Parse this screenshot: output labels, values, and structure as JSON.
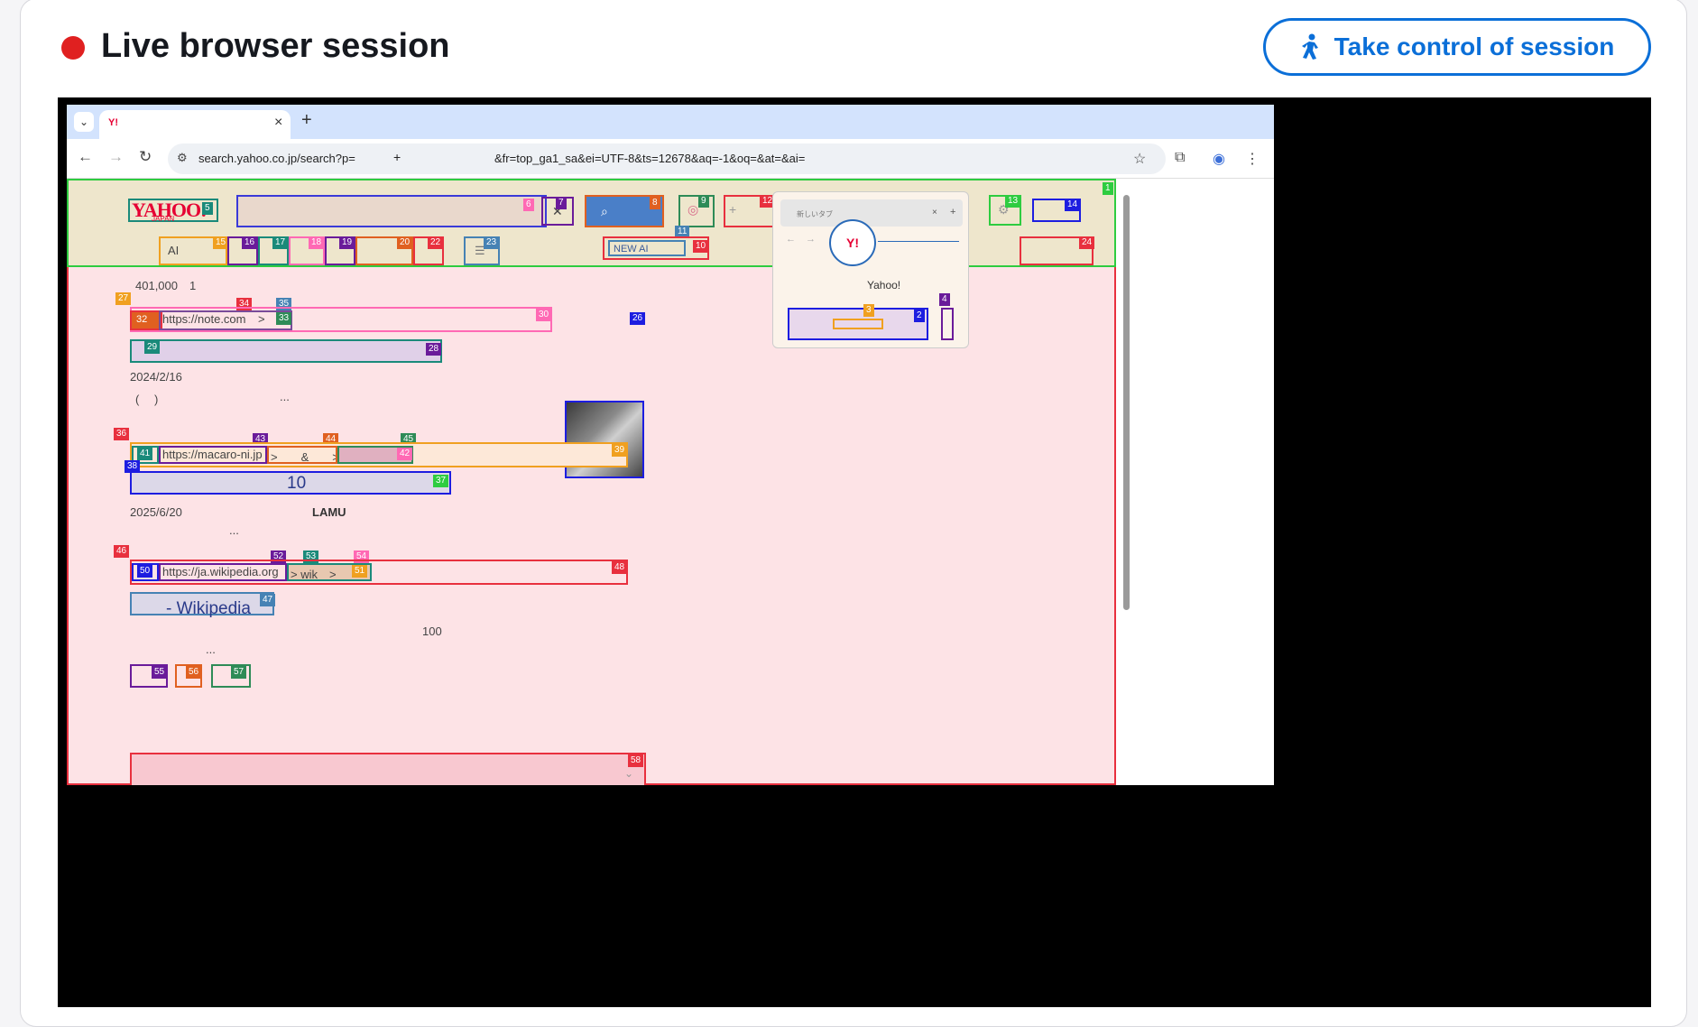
{
  "header": {
    "title": "Live browser session",
    "take_control_label": "Take control of session"
  },
  "browser": {
    "tab_favicon": "Y!",
    "tab_close": "×",
    "tab_new": "+",
    "url_part1": "search.yahoo.co.jp/search?p=",
    "url_plus": "+",
    "url_part2": "&fr=top_ga1_sa&ei=UTF-8&ts=12678&aq=-1&oq=&at=&ai="
  },
  "page": {
    "logo": "YAHOO!",
    "logo_sub": "JAPAN",
    "ai_label": "AI",
    "new_ai_label": "NEW  AI",
    "result_count": "401,000　1",
    "popup_tab_label": "新しいタブ",
    "popup_logo": "Y!",
    "popup_caption": "Yahoo!",
    "results": [
      {
        "url": "https://note.com",
        "crumb": ">",
        "date": "2024/2/16",
        "line2": "(　 )",
        "ellipsis": "..."
      },
      {
        "url": "https://macaro-ni.jp",
        "crumb": ">　　&　　>",
        "title": "10",
        "date": "2025/6/20",
        "extra": "LAMU",
        "ellipsis": "..."
      },
      {
        "url": "https://ja.wikipedia.org",
        "crumb": "> wik　>",
        "title": "　　- Wikipedia",
        "count": "100",
        "ellipsis": "..."
      }
    ]
  },
  "colors": {
    "accent": "#0b6fd8",
    "live": "#e02020"
  }
}
